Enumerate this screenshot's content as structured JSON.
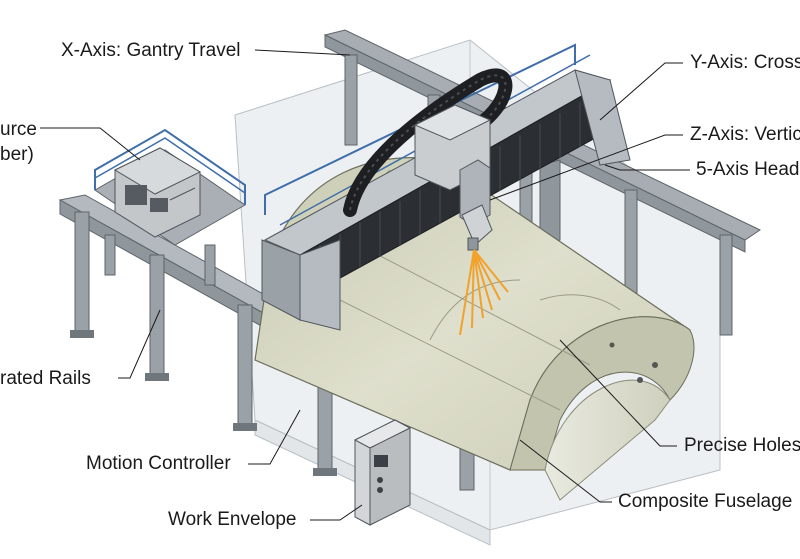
{
  "diagram": {
    "labels": {
      "x_axis": "X-Axis: Gantry Travel",
      "y_axis": "Y-Axis: Cross",
      "z_axis": "Z-Axis: Vertic",
      "head": "5-Axis Head",
      "source_line1": "urce",
      "source_line2": "ber)",
      "rails": "rated Rails",
      "motion_controller": "Motion Controller",
      "work_envelope": "Work Envelope",
      "precise_holes": "Precise Holes",
      "composite_fuselage": "Composite Fuselage"
    },
    "colors": {
      "frame_gray": "#8f969c",
      "rail_blue": "#3f6ea8",
      "fuselage": "#d6d7c3",
      "laser": "#f2a12a",
      "envelope": "#cfd5da",
      "cable_black": "#1d1f22"
    }
  }
}
